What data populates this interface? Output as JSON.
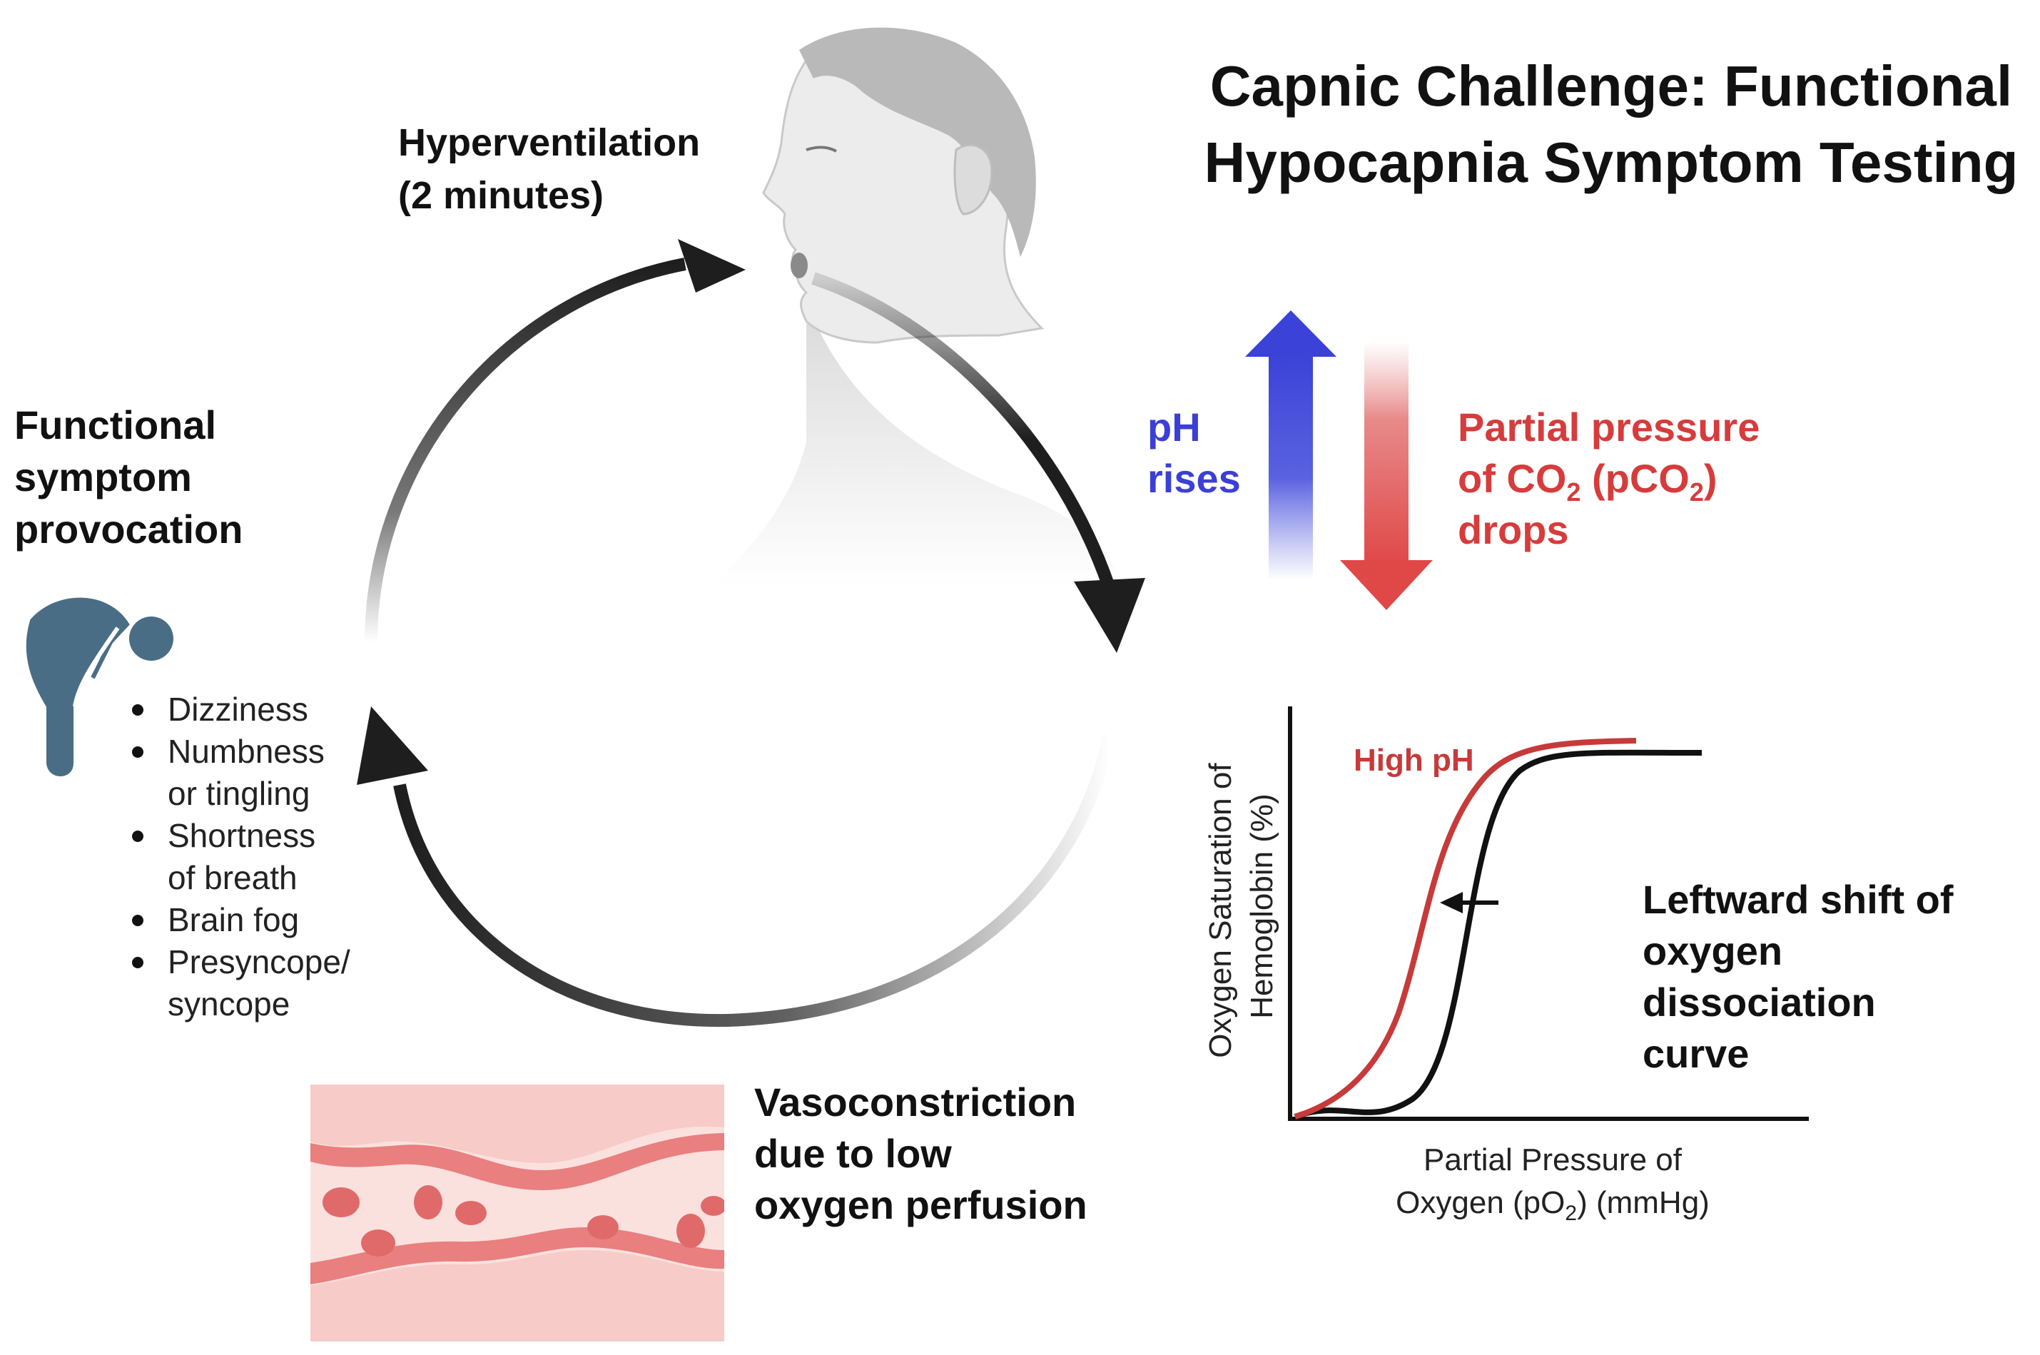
{
  "title": {
    "line1": "Capnic Challenge: Functional",
    "line2": "Hypocapnia Symptom Testing"
  },
  "hyperventilation": {
    "line1": "Hyperventilation",
    "line2": "(2 minutes)"
  },
  "ph": {
    "line1": "pH",
    "line2": "rises",
    "color": "#3c3fd6"
  },
  "pco2": {
    "line1": "Partial pressure",
    "line2_pre": "of CO",
    "line2_sub": "2",
    "line2_mid": " (pCO",
    "line2_sub2": "2",
    "line2_post": ")",
    "line3": "drops",
    "color": "#d63c3c"
  },
  "functional": {
    "line1": "Functional",
    "line2": "symptom",
    "line3": "provocation"
  },
  "symptoms": [
    {
      "lines": [
        "Dizziness"
      ]
    },
    {
      "lines": [
        "Numbness",
        "or tingling"
      ]
    },
    {
      "lines": [
        "Shortness",
        "of breath"
      ]
    },
    {
      "lines": [
        "Brain fog"
      ]
    },
    {
      "lines": [
        "Presyncope/",
        "syncope"
      ]
    }
  ],
  "vaso": {
    "line1": "Vasoconstriction",
    "line2": "due to low",
    "line3": "oxygen perfusion"
  },
  "curve": {
    "high_ph_label": "High pH",
    "y_label_line1": "Oxygen Saturation of",
    "y_label_line2": "Hemoglobin (%)",
    "x_label_line1": "Partial Pressure of",
    "x_label_line2_pre": "Oxygen (pO",
    "x_label_line2_sub": "2",
    "x_label_line2_post": ") (mmHg)",
    "shift_line1": "Leftward shift of",
    "shift_line2": "oxygen",
    "shift_line3": "dissociation",
    "shift_line4": "curve",
    "high_ph_color": "#c73a3a",
    "normal_color": "#111111"
  },
  "colors": {
    "arrow": "#1e1e1e",
    "person": "#4a6d86",
    "vessel_wall": "#e97f7f",
    "vessel_lumen": "#fde8e6"
  }
}
